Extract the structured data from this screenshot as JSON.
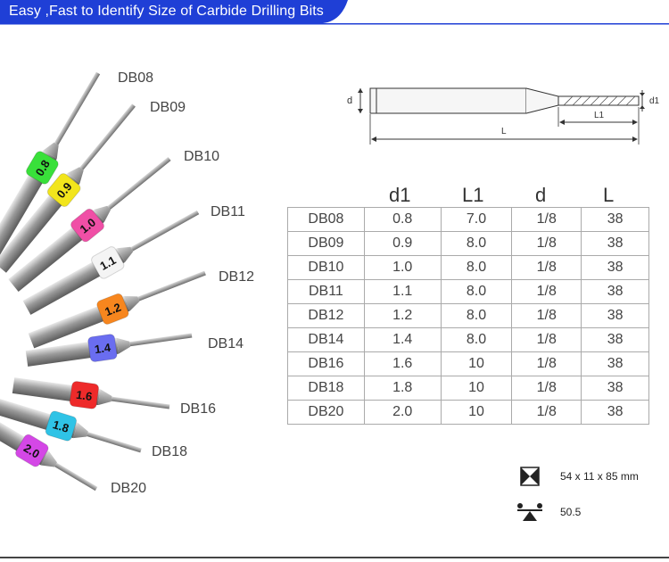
{
  "banner": {
    "title": "Easy ,Fast to Identify Size of Carbide Drilling Bits",
    "color": "#1f3fd6"
  },
  "bits": [
    {
      "model": "DB08",
      "size": "0.8",
      "ring_color": "#39e03a"
    },
    {
      "model": "DB09",
      "size": "0.9",
      "ring_color": "#f2e51c"
    },
    {
      "model": "DB10",
      "size": "1.0",
      "ring_color": "#f04fa6"
    },
    {
      "model": "DB11",
      "size": "1.1",
      "ring_color": "#f4f4f4"
    },
    {
      "model": "DB12",
      "size": "1.2",
      "ring_color": "#f7861e"
    },
    {
      "model": "DB14",
      "size": "1.4",
      "ring_color": "#6a6df0"
    },
    {
      "model": "DB16",
      "size": "1.6",
      "ring_color": "#ee2a2a"
    },
    {
      "model": "DB18",
      "size": "1.8",
      "ring_color": "#2fc3e6"
    },
    {
      "model": "DB20",
      "size": "2.0",
      "ring_color": "#d447e6"
    }
  ],
  "diagram": {
    "d_label": "d",
    "d1_label": "d1",
    "L1_label": "L1",
    "L_label": "L"
  },
  "table": {
    "headers": [
      "d1",
      "L1",
      "d",
      "L"
    ],
    "rows": [
      [
        "DB08",
        "0.8",
        "7.0",
        "1/8",
        "38"
      ],
      [
        "DB09",
        "0.9",
        "8.0",
        "1/8",
        "38"
      ],
      [
        "DB10",
        "1.0",
        "8.0",
        "1/8",
        "38"
      ],
      [
        "DB11",
        "1.1",
        "8.0",
        "1/8",
        "38"
      ],
      [
        "DB12",
        "1.2",
        "8.0",
        "1/8",
        "38"
      ],
      [
        "DB14",
        "1.4",
        "8.0",
        "1/8",
        "38"
      ],
      [
        "DB16",
        "1.6",
        "10",
        "1/8",
        "38"
      ],
      [
        "DB18",
        "1.8",
        "10",
        "1/8",
        "38"
      ],
      [
        "DB20",
        "2.0",
        "10",
        "1/8",
        "38"
      ]
    ]
  },
  "package": {
    "size": "54 x 11 x 85 mm",
    "weight": "50.5",
    "size_icon": "package-size-icon",
    "weight_icon": "weight-scale-icon"
  }
}
